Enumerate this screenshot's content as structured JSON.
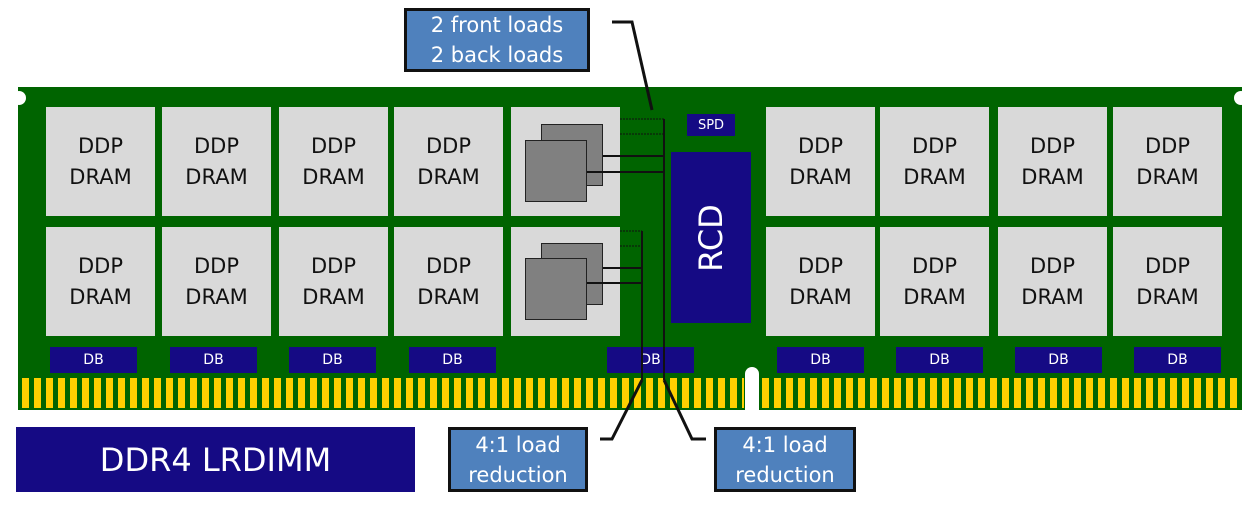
{
  "title": "DDR4 LRDIMM",
  "chip_label_line1": "DDP",
  "chip_label_line2": "DRAM",
  "buffer_label": "DB",
  "rcd_label": "RCD",
  "spd_label": "SPD",
  "callouts": {
    "top": {
      "line1": "2 front loads",
      "line2": "2 back loads"
    },
    "bottom_left": {
      "line1": "4:1 load",
      "line2": "reduction"
    },
    "bottom_right": {
      "line1": "4:1 load",
      "line2": "reduction"
    }
  },
  "colors": {
    "pcb": "#006400",
    "chip": "#d9d9d9",
    "buffer": "#150a84",
    "callout": "#4f81bd",
    "contacts": "#ffd000"
  }
}
